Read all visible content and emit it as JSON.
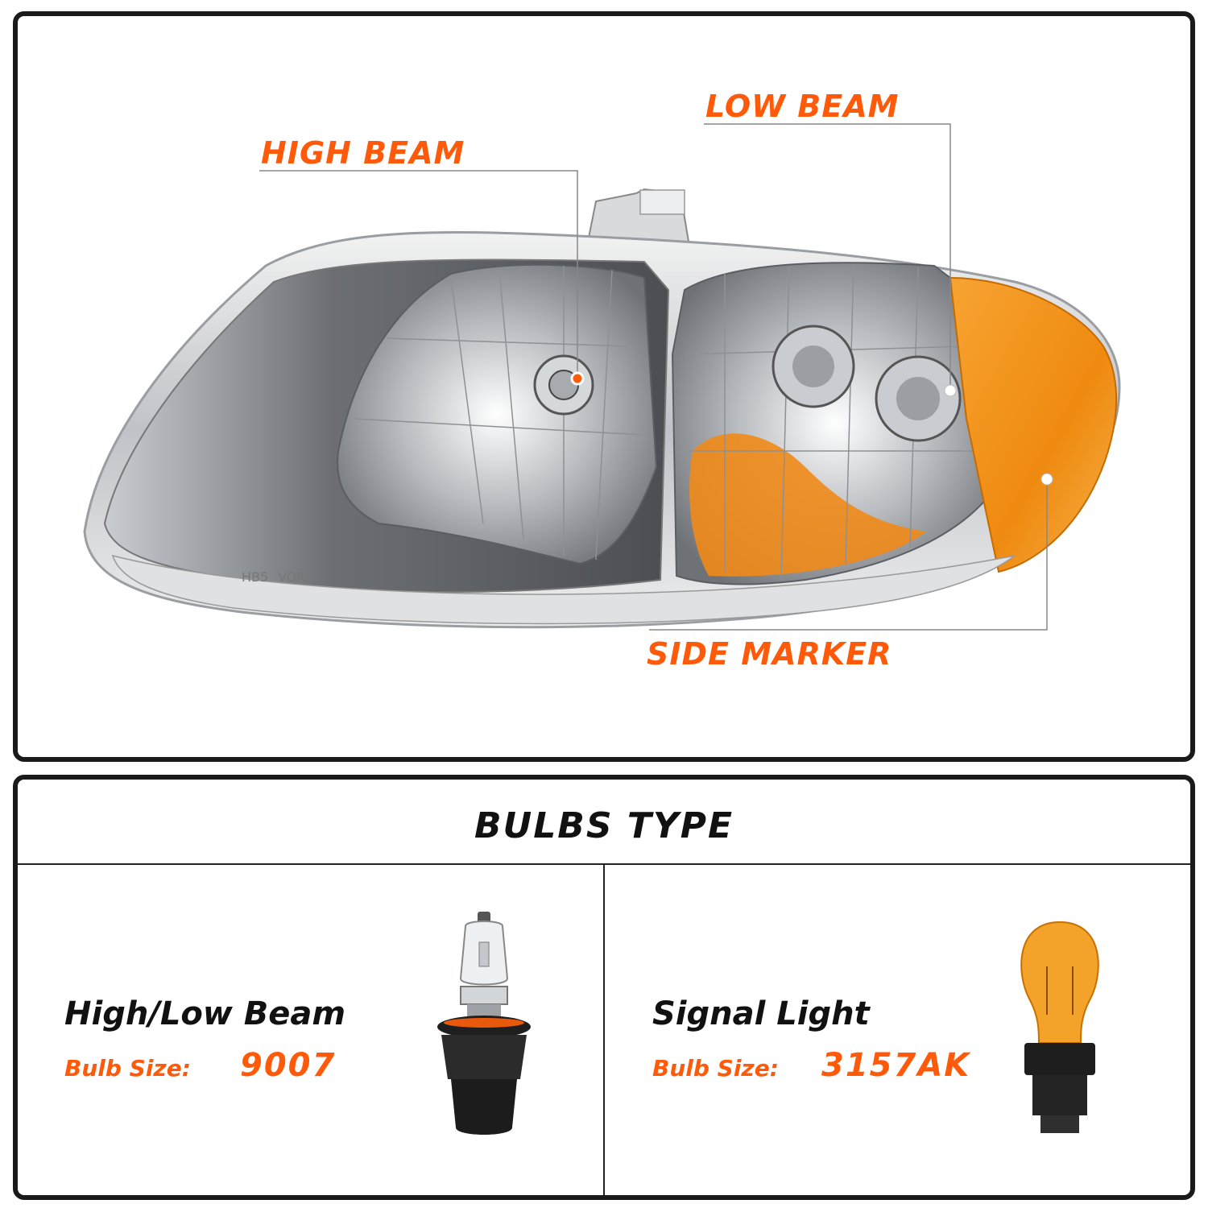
{
  "callouts": {
    "high_beam": "HIGH BEAM",
    "low_beam": "LOW BEAM",
    "side_marker": "SIDE MARKER"
  },
  "headlight_markings": {
    "hb5": "HB5",
    "vor": "VOR"
  },
  "bulbs": {
    "title": "BULBS TYPE",
    "high_low": {
      "label": "High/Low Beam",
      "size_key": "Bulb Size:",
      "size_value": "9007"
    },
    "signal": {
      "label": "Signal Light",
      "size_key": "Bulb Size:",
      "size_value": "3157AK"
    }
  },
  "colors": {
    "accent": "#ff5a0a",
    "amber": "#f29a1c",
    "frame": "#1a1a1a"
  },
  "icons": {
    "headlight": "headlight-assembly-icon",
    "halogen_bulb": "halogen-bulb-9007-icon",
    "signal_bulb": "amber-wedge-bulb-3157-icon"
  }
}
